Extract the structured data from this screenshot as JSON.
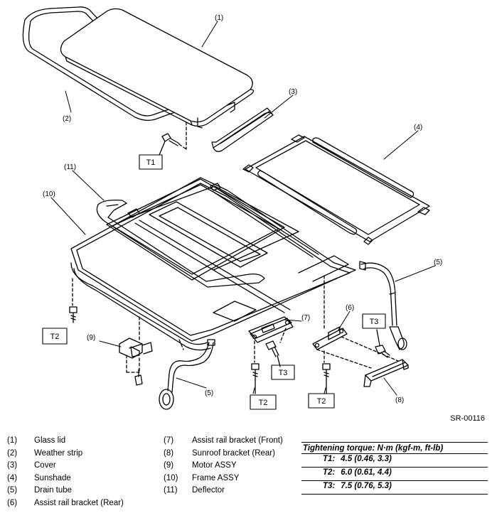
{
  "figure_code": "SR-00116",
  "callouts": {
    "c1": "(1)",
    "c2": "(2)",
    "c3": "(3)",
    "c4": "(4)",
    "c5": "(5)",
    "c6": "(6)",
    "c7": "(7)",
    "c8": "(8)",
    "c9": "(9)",
    "c10": "(10)",
    "c11": "(11)"
  },
  "torque_tags": {
    "t1": "T1",
    "t2a": "T2",
    "t2b": "T2",
    "t2c": "T2",
    "t3a": "T3",
    "t3b": "T3"
  },
  "legend": [
    {
      "num": "(1)",
      "name": "Glass lid"
    },
    {
      "num": "(2)",
      "name": "Weather strip"
    },
    {
      "num": "(3)",
      "name": "Cover"
    },
    {
      "num": "(4)",
      "name": "Sunshade"
    },
    {
      "num": "(5)",
      "name": "Drain tube"
    },
    {
      "num": "(6)",
      "name": "Assist rail bracket (Rear)"
    },
    {
      "num": "(7)",
      "name": "Assist rail bracket (Front)"
    },
    {
      "num": "(8)",
      "name": "Sunroof bracket (Rear)"
    },
    {
      "num": "(9)",
      "name": "Motor ASSY"
    },
    {
      "num": "(10)",
      "name": "Frame ASSY"
    },
    {
      "num": "(11)",
      "name": "Deflector"
    }
  ],
  "torque_table": {
    "title": "Tightening torque: N·m (kgf-m, ft-lb)",
    "rows": [
      {
        "key": "T1:",
        "value": "4.5 (0.46, 3.3)"
      },
      {
        "key": "T2:",
        "value": "6.0 (0.61, 4.4)"
      },
      {
        "key": "T3:",
        "value": "7.5 (0.76, 5.3)"
      }
    ]
  }
}
